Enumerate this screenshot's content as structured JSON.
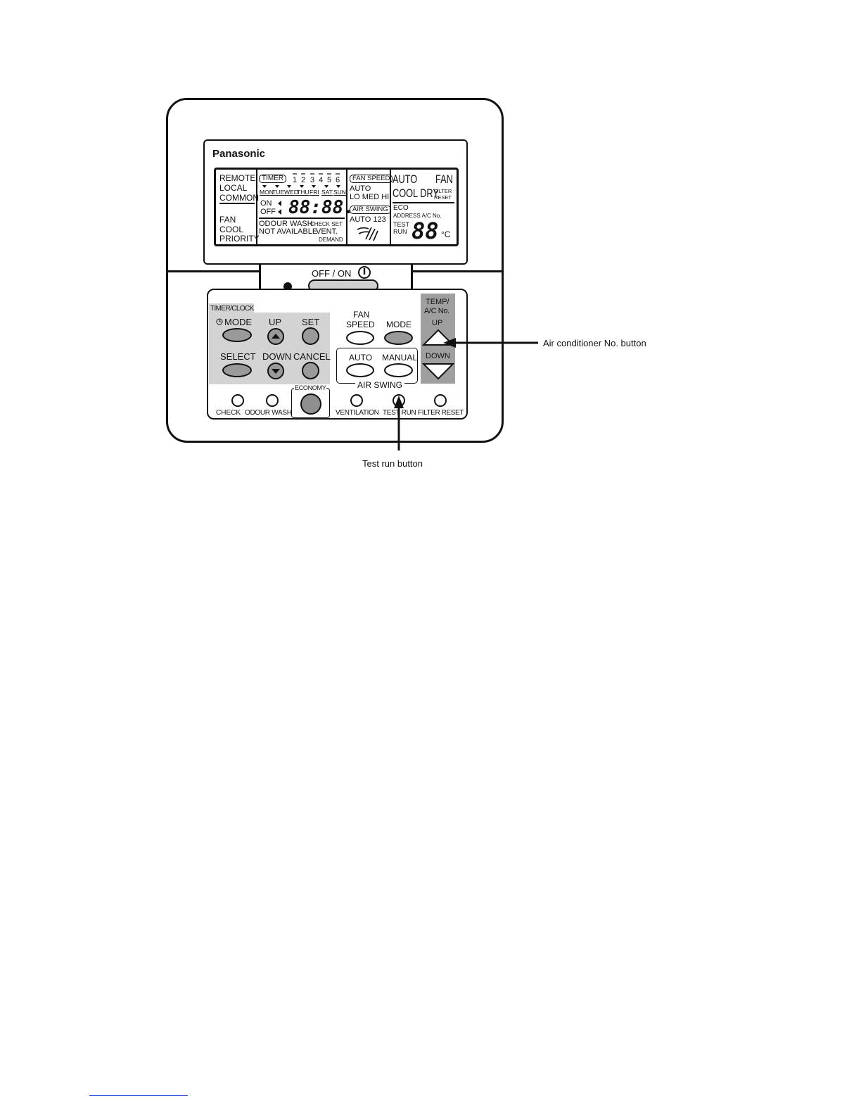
{
  "brand": "Panasonic",
  "lcd": {
    "left_col": [
      "REMOTE",
      "LOCAL",
      "COMMON",
      "FAN",
      "COOL",
      "PRIORITY"
    ],
    "timer_label": "TIMER",
    "timer_numbers": [
      "1",
      "2",
      "3",
      "4",
      "5",
      "6"
    ],
    "days": [
      "MON",
      "TUE",
      "WED",
      "THU",
      "FRI",
      "SAT",
      "SUN"
    ],
    "on_label": "ON",
    "off_label": "OFF",
    "clock": "88:88.",
    "odour_wash": "ODOUR WASH",
    "check_set": "CHECK SET",
    "not_available": "NOT AVAILABLE",
    "vent": "VENT.",
    "demand": "DEMAND",
    "fan_speed_label": "FAN SPEED",
    "fan_auto": "AUTO",
    "fan_levels": "LO MED HI",
    "air_swing_label": "AIR SWING",
    "swing_auto": "AUTO 123",
    "mode_auto": "AUTO",
    "mode_fan": "FAN",
    "mode_cool_dry": "COOL DRY",
    "filter": "FILTER",
    "reset": "RESET",
    "eco": "ECO",
    "address": "ADDRESS A/C No.",
    "test": "TEST",
    "run": "RUN",
    "temp_digits": "88",
    "temp_unit": "°C"
  },
  "off_on_label": "OFF / ON",
  "buttons": {
    "timer_clock": "TIMER/CLOCK",
    "mode": "MODE",
    "up": "UP",
    "set": "SET",
    "select": "SELECT",
    "down": "DOWN",
    "cancel": "CANCEL",
    "fan": "FAN",
    "speed": "SPEED",
    "mode2": "MODE",
    "auto": "AUTO",
    "manual": "MANUAL",
    "air_swing": "AIR SWING",
    "temp": "TEMP/",
    "ac_no": "A/C No.",
    "temp_up": "UP",
    "temp_down": "DOWN",
    "economy": "ECONOMY",
    "check": "CHECK",
    "odour_wash": "ODOUR WASH",
    "ventilation": "VENTILATION",
    "test_run": "TEST RUN",
    "filter_reset": "FILTER RESET"
  },
  "callouts": {
    "ac_no_button": "Air conditioner No. button",
    "test_run_button": "Test run button"
  }
}
